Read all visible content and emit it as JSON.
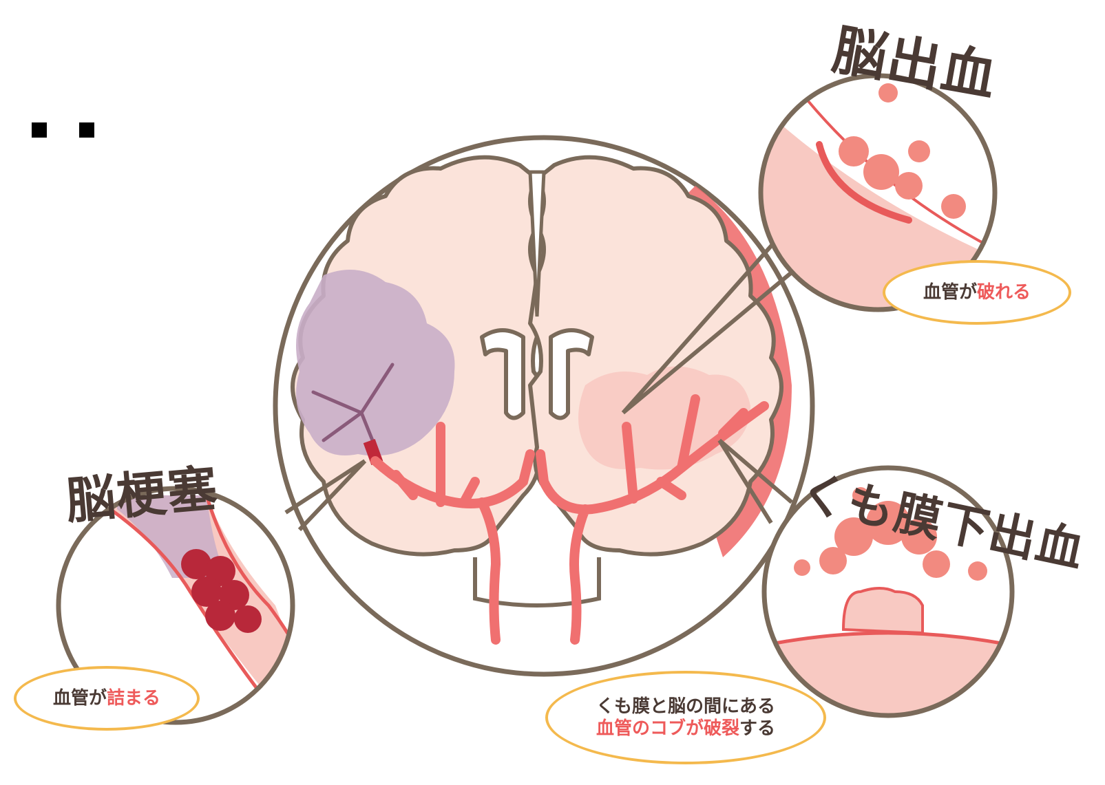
{
  "bullets": [
    "■",
    "■"
  ],
  "labels": {
    "hemorrhage_title": "脳出血",
    "infarction_title": "脳梗塞",
    "subarachnoid_title": "くも膜下出血"
  },
  "bubbles": {
    "hemorrhage": {
      "plain": "血管が",
      "red": "破れる"
    },
    "infarction": {
      "plain": "血管が",
      "red": "詰まる"
    },
    "subarachnoid": {
      "line1": "くも膜と脳の間にある",
      "line2_red": "血管のコブが破裂",
      "line2_plain": "する"
    }
  },
  "colors": {
    "outline": "#7a6a5a",
    "brain_fill": "#fbe3da",
    "vessel": "#f07070",
    "infarct_area": "#c9aec8",
    "hemorrhage_area": "#f8c9c2",
    "bubble_border": "#f4b94d",
    "accent_text": "#ee5a5a"
  }
}
